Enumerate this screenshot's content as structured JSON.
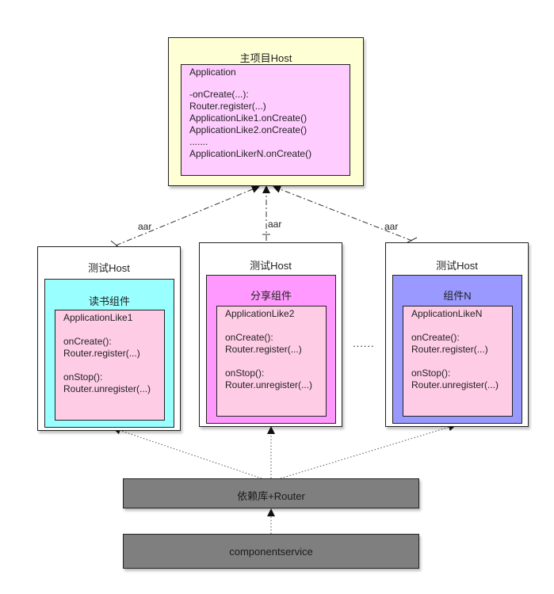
{
  "colors": {
    "host_fill": "#ffffd6",
    "app_fill": "#ffccff",
    "host_frame": "#ffffff",
    "reader_fill": "#99ffff",
    "share_fill": "#ff99ff",
    "compn_fill": "#9999ff",
    "app_like_fill": "#ffcce6",
    "gray_bar": "#7f7f7f"
  },
  "main_host": {
    "title": "主项目Host",
    "app_title": "Application",
    "code": "-onCreate(...):\nRouter.register(...)\nApplicationLike1.onCreate()\nApplicationLike2.onCreate()\n.......\nApplicationLikerN.onCreate()"
  },
  "edge_labels": {
    "left": "aar",
    "center": "aar",
    "right": "aar"
  },
  "test_hosts": [
    {
      "title": "测试Host",
      "component_title": "读书组件",
      "like_title": "ApplicationLike1",
      "code": "onCreate():\nRouter.register(...)\n\nonStop():\nRouter.unregister(...)"
    },
    {
      "title": "测试Host",
      "component_title": "分享组件",
      "like_title": "ApplicationLike2",
      "code": "onCreate():\nRouter.register(...)\n\nonStop():\nRouter.unregister(...)"
    },
    {
      "title": "测试Host",
      "component_title": "组件N",
      "like_title": "ApplicationLikeN",
      "code": "onCreate():\nRouter.register(...)\n\nonStop():\nRouter.unregister(...)"
    }
  ],
  "ellipsis": "......",
  "lib_router": {
    "label": "依赖库+Router"
  },
  "component_service": {
    "label": "componentservice"
  }
}
